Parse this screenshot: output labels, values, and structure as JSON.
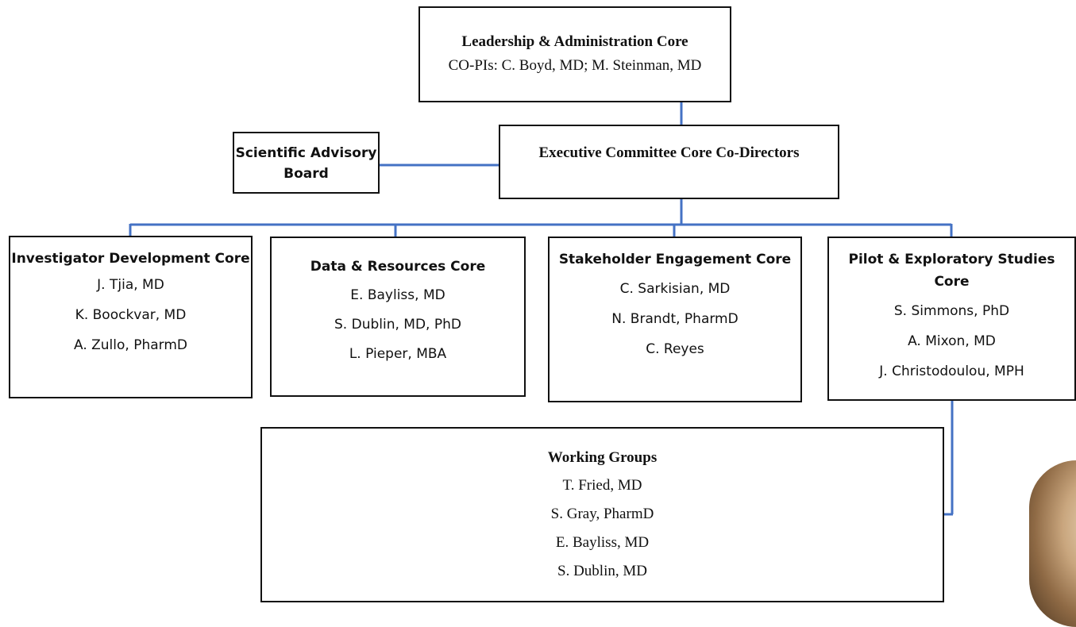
{
  "leadership": {
    "title": "Leadership & Administration Core",
    "line1": "CO-PIs: C. Boyd, MD; M. Steinman, MD"
  },
  "executive": {
    "title": "Executive Committee Core Co-Directors"
  },
  "advisory": {
    "title": "Scientific Advisory Board"
  },
  "cores": [
    {
      "title": "Investigator Development Core",
      "members": [
        "J. Tjia, MD",
        "K. Boockvar, MD",
        "A. Zullo, PharmD"
      ]
    },
    {
      "title": "Data & Resources Core",
      "members": [
        "E. Bayliss, MD",
        "S. Dublin, MD, PhD",
        "L. Pieper, MBA"
      ]
    },
    {
      "title": "Stakeholder Engagement Core",
      "members": [
        "C. Sarkisian, MD",
        "N. Brandt, PharmD",
        "C. Reyes"
      ]
    },
    {
      "title": "Pilot & Exploratory Studies Core",
      "members": [
        "S. Simmons, PhD",
        "A. Mixon, MD",
        "J. Christodoulou, MPH"
      ]
    }
  ],
  "working_groups": {
    "title": "Working Groups",
    "members": [
      "T. Fried, MD",
      "S. Gray, PharmD",
      "E. Bayliss, MD",
      "S. Dublin, MD"
    ]
  },
  "colors": {
    "connector": "#4472c4",
    "border": "#111111"
  }
}
